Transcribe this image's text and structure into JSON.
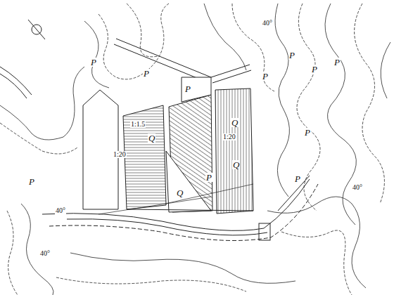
{
  "diagram": {
    "labels": [
      "P",
      "P",
      "P",
      "P",
      "P",
      "P",
      "P",
      "P",
      "P",
      "P",
      "P",
      "Q",
      "Q",
      "Q",
      "Q",
      "40°",
      "40°",
      "40°",
      "40°",
      "1:20",
      "1:20",
      "1:1.5"
    ]
  }
}
